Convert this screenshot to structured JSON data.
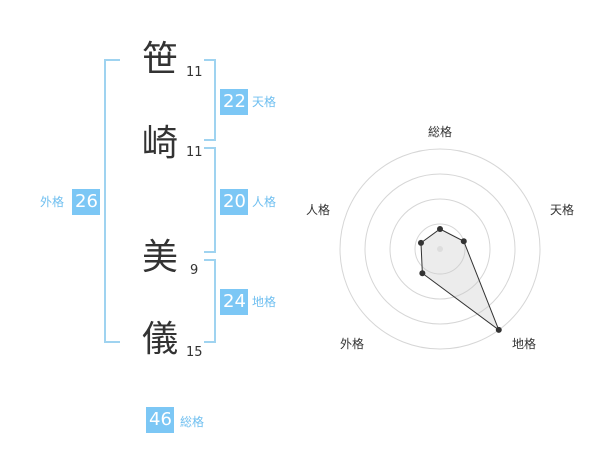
{
  "name": {
    "chars": [
      {
        "char": "笹",
        "strokes": "11"
      },
      {
        "char": "崎",
        "strokes": "11"
      },
      {
        "char": "美",
        "strokes": "9"
      },
      {
        "char": "儀",
        "strokes": "15"
      }
    ]
  },
  "fortunes": {
    "tenkaku": {
      "value": "22",
      "label": "天格"
    },
    "jinkaku": {
      "value": "20",
      "label": "人格"
    },
    "chikaku": {
      "value": "24",
      "label": "地格"
    },
    "gaikaku": {
      "value": "26",
      "label": "外格"
    },
    "soukaku": {
      "value": "46",
      "label": "総格"
    }
  },
  "chart_data": {
    "type": "radar",
    "axes": [
      "総格",
      "天格",
      "地格",
      "外格",
      "人格"
    ],
    "values": [
      0.2,
      0.25,
      1.0,
      0.3,
      0.2
    ],
    "range": [
      0,
      1
    ],
    "rings": 4
  }
}
